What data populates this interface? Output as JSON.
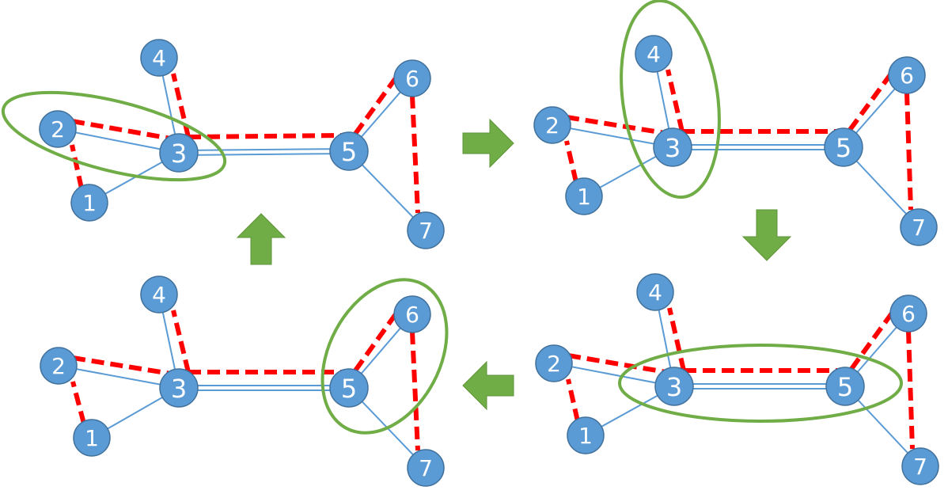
{
  "colors": {
    "node_fill": "#5B9BD5",
    "node_stroke": "#41719C",
    "edge": "#5B9BD5",
    "matching": "#FF0000",
    "highlight": "#70AD47",
    "arrow": "#70AD47",
    "label": "#FFFFFF",
    "background": "#FFFFFF"
  },
  "nodes": [
    {
      "id": "1",
      "label": "1"
    },
    {
      "id": "2",
      "label": "2"
    },
    {
      "id": "3",
      "label": "3"
    },
    {
      "id": "4",
      "label": "4"
    },
    {
      "id": "5",
      "label": "5"
    },
    {
      "id": "6",
      "label": "6"
    },
    {
      "id": "7",
      "label": "7"
    }
  ],
  "graph_edges": [
    [
      "1",
      "3"
    ],
    [
      "2",
      "3"
    ],
    [
      "3",
      "4"
    ],
    [
      "3",
      "5"
    ],
    [
      "5",
      "6"
    ],
    [
      "5",
      "7"
    ]
  ],
  "panels": [
    {
      "id": "top-left",
      "dashed_edges": [
        [
          "1",
          "2"
        ],
        [
          "2",
          "3"
        ],
        [
          "3",
          "4"
        ],
        [
          "3",
          "5"
        ],
        [
          "5",
          "6"
        ],
        [
          "6",
          "7"
        ]
      ],
      "highlight": [
        "2",
        "3"
      ]
    },
    {
      "id": "top-right",
      "dashed_edges": [
        [
          "1",
          "2"
        ],
        [
          "2",
          "3"
        ],
        [
          "3",
          "4"
        ],
        [
          "3",
          "5"
        ],
        [
          "5",
          "6"
        ],
        [
          "6",
          "7"
        ]
      ],
      "highlight": [
        "3",
        "4"
      ]
    },
    {
      "id": "bottom-right",
      "dashed_edges": [
        [
          "1",
          "2"
        ],
        [
          "2",
          "3"
        ],
        [
          "3",
          "4"
        ],
        [
          "3",
          "5"
        ],
        [
          "5",
          "6"
        ],
        [
          "6",
          "7"
        ]
      ],
      "highlight": [
        "3",
        "5"
      ]
    },
    {
      "id": "bottom-left",
      "dashed_edges": [
        [
          "1",
          "2"
        ],
        [
          "2",
          "3"
        ],
        [
          "3",
          "4"
        ],
        [
          "3",
          "5"
        ],
        [
          "5",
          "6"
        ],
        [
          "6",
          "7"
        ]
      ],
      "highlight": [
        "5",
        "6"
      ]
    }
  ],
  "arrows": [
    {
      "id": "arrow-right",
      "direction": "right"
    },
    {
      "id": "arrow-down",
      "direction": "down"
    },
    {
      "id": "arrow-left",
      "direction": "left"
    },
    {
      "id": "arrow-up",
      "direction": "up"
    }
  ]
}
